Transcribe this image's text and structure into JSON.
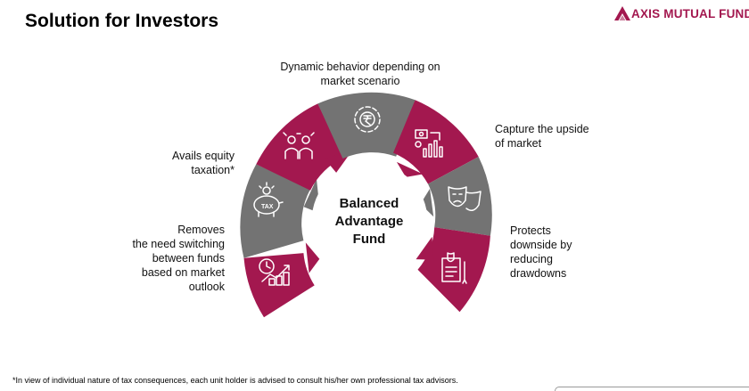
{
  "title": "Solution for Investors",
  "brand": {
    "name": "AXIS MUTUAL FUND",
    "color": "#a3184f"
  },
  "center": {
    "line1": "Balanced",
    "line2": "Advantage",
    "line3": "Fund"
  },
  "segments": [
    {
      "id": "seg1",
      "icon": "growth-chart-icon",
      "color": "#a3184f",
      "label_lines": [
        "Removes",
        "the need switching",
        "between funds",
        "based on market",
        "outlook"
      ]
    },
    {
      "id": "seg2",
      "icon": "piggy-bank-tax-icon",
      "color": "#737373",
      "label_lines": [
        "Avails equity",
        "taxation*"
      ]
    },
    {
      "id": "seg3",
      "icon": "investors-network-icon",
      "color": "#a3184f",
      "label_lines": []
    },
    {
      "id": "seg4",
      "icon": "rupee-cycle-icon",
      "color": "#737373",
      "label_lines": [
        "Dynamic behavior depending on",
        "market scenario"
      ]
    },
    {
      "id": "seg5",
      "icon": "money-chart-icon",
      "color": "#a3184f",
      "label_lines": [
        "Capture the upside",
        "of market"
      ]
    },
    {
      "id": "seg6",
      "icon": "drama-masks-icon",
      "color": "#737373",
      "label_lines": [
        "Protects",
        "downside by",
        "reducing",
        "drawdowns"
      ]
    },
    {
      "id": "seg7",
      "icon": "shield-document-icon",
      "color": "#a3184f",
      "label_lines": []
    }
  ],
  "footnote": "*In view of individual nature of tax consequences, each unit holder is advised to consult his/her own professional tax advisors."
}
